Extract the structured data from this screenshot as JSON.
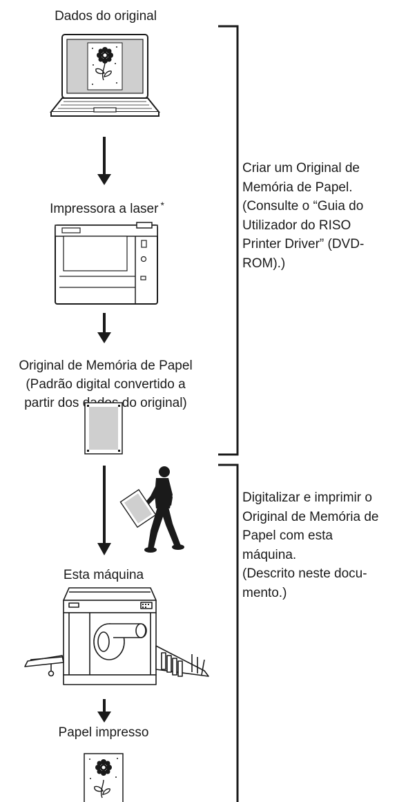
{
  "steps": {
    "original_data": "Dados do original",
    "laser_printer": "Impressora a laser",
    "laser_printer_mark": "*",
    "paper_memory_original": [
      "Original de Memória de Papel",
      "(Padrão digital convertido a",
      "partir dos dados do original)"
    ],
    "this_machine": "Esta máquina",
    "printed_paper": "Papel impresso"
  },
  "brackets": {
    "create": [
      "Criar um Original de",
      "Memória de Papel.",
      "(Consulte o “Guia do",
      "Utilizador do RISO",
      "Printer Driver” (DVD-",
      "ROM).)"
    ],
    "scan_print": [
      "Digitalizar e imprimir o",
      "Original de Memória de",
      "Papel com esta",
      "máquina.",
      "(Descrito neste docu-",
      "mento.)"
    ]
  }
}
